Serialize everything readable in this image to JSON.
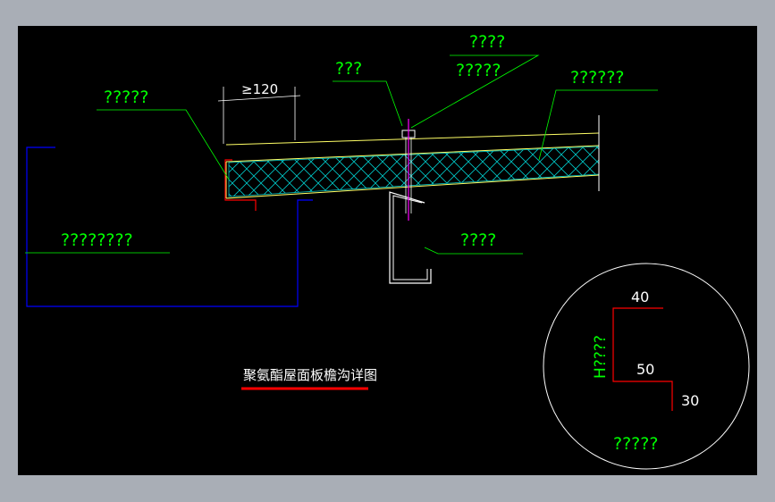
{
  "labels": {
    "left_top": "?????",
    "top_a": "????",
    "top_b": "?????",
    "screw": "???",
    "right_top": "??????",
    "wall": "????????",
    "purlin": "????",
    "dim_120": "≥120",
    "detail_name": "?????"
  },
  "title": "聚氨酯屋面板檐沟详图",
  "detail": {
    "dim_40": "40",
    "dim_50": "50",
    "dim_30": "30",
    "dim_h": "H????"
  },
  "colors": {
    "label": "#00ff00",
    "leader": "#00ff00",
    "panel_face": "#ffff66",
    "insulation": "#00c8c8",
    "wall": "#0000ff",
    "flashing": "#ff0000",
    "screw": "#ff00ff",
    "title_underline": "#ff0000",
    "structure": "#ffffff"
  }
}
